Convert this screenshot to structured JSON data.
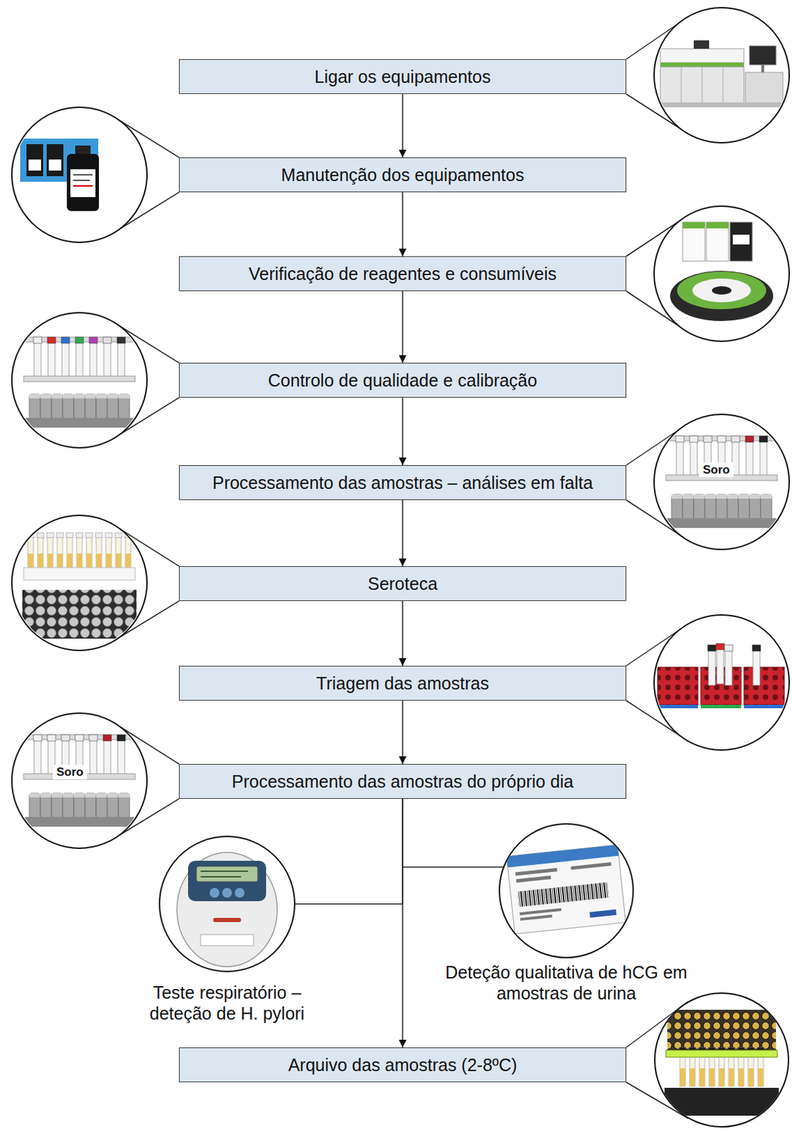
{
  "diagram": {
    "nodes": [
      {
        "text": [
          "Ligar os equipamentos"
        ]
      },
      {
        "text": [
          "Manutenção dos equipamentos"
        ]
      },
      {
        "text": [
          "Verificação de reagentes e consumíveis"
        ]
      },
      {
        "text": [
          "Controlo de qualidade e calibração"
        ]
      },
      {
        "text": [
          "Processamento das amostras – análises em falta"
        ]
      },
      {
        "text": [
          "Seroteca"
        ]
      },
      {
        "text": [
          "Triagem das amostras"
        ]
      },
      {
        "text": [
          "Processamento das amostras do próprio dia"
        ]
      },
      {
        "text": [
          "Teste respiratório – deteção de H. pylori"
        ]
      },
      {
        "text": [
          "Deteção qualitativa de hCG em amostras de urina"
        ]
      },
      {
        "text": [
          "Arquivo das amostras (2-8ºC)"
        ]
      }
    ],
    "edges": [
      {
        "from": 0,
        "to": 1,
        "arrow": "to"
      },
      {
        "from": 1,
        "to": 2,
        "arrow": "to"
      },
      {
        "from": 2,
        "to": 3,
        "arrow": "to"
      },
      {
        "from": 3,
        "to": 4,
        "arrow": "to"
      },
      {
        "from": 4,
        "to": 5,
        "arrow": "to"
      },
      {
        "from": 5,
        "to": 6,
        "arrow": "to"
      },
      {
        "from": 6,
        "to": 7,
        "arrow": "to"
      },
      {
        "from": 7,
        "to": 8,
        "arrow": "none"
      },
      {
        "from": 7,
        "to": 9,
        "arrow": "none"
      },
      {
        "from": 7,
        "to": 10,
        "arrow": "to"
      }
    ],
    "labels": [
      "Soro",
      "Soro"
    ]
  }
}
